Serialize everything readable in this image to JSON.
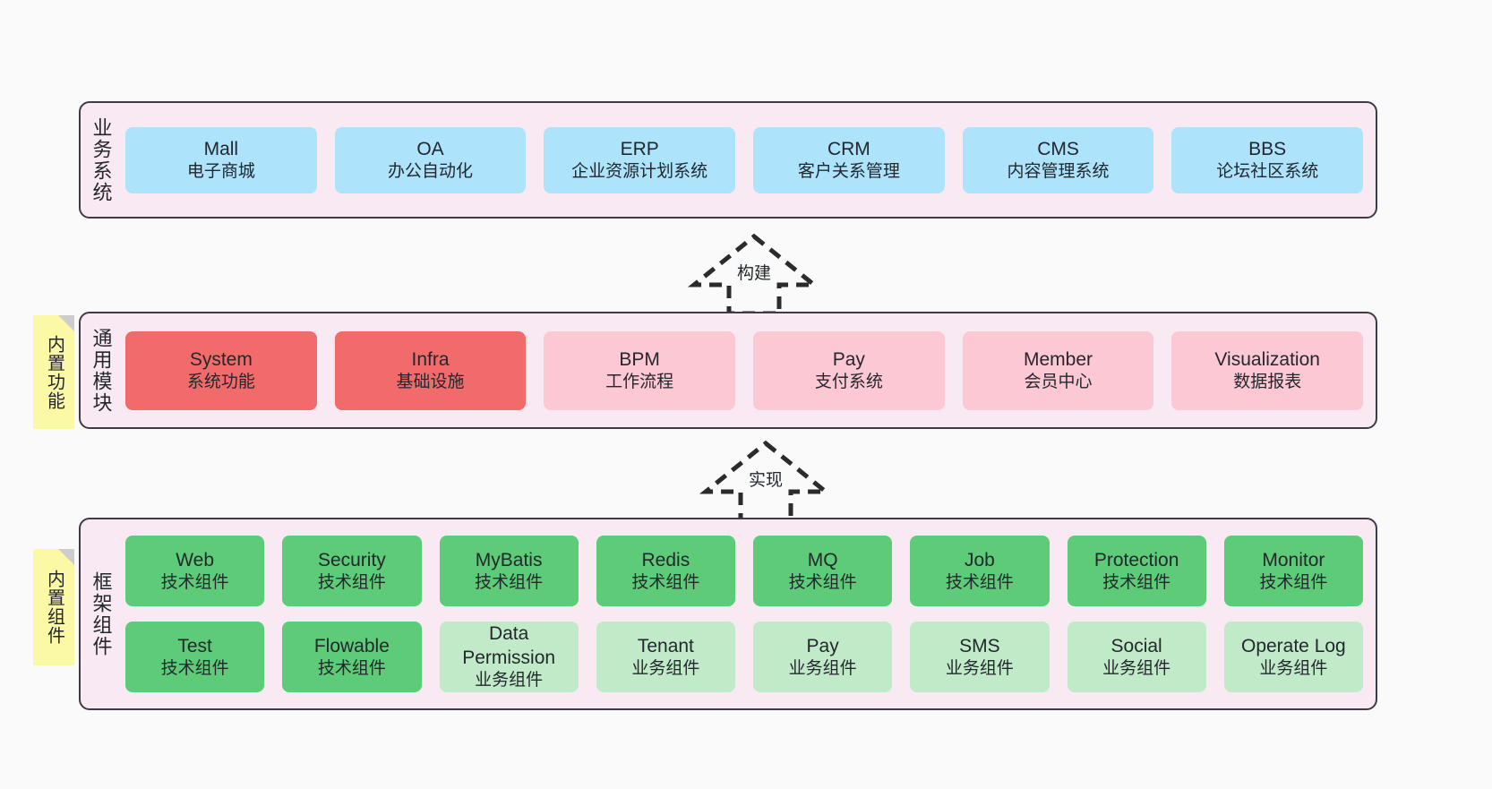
{
  "layers": [
    {
      "id": "business",
      "title": "业务系统",
      "rows": [
        {
          "cells": [
            {
              "en": "Mall",
              "cn": "电子商城",
              "color": "#ade3fb",
              "variant": "c-blue"
            },
            {
              "en": "OA",
              "cn": "办公自动化",
              "color": "#ade3fb",
              "variant": "c-blue"
            },
            {
              "en": "ERP",
              "cn": "企业资源计划系统",
              "color": "#ade3fb",
              "variant": "c-blue"
            },
            {
              "en": "CRM",
              "cn": "客户关系管理",
              "color": "#ade3fb",
              "variant": "c-blue"
            },
            {
              "en": "CMS",
              "cn": "内容管理系统",
              "color": "#ade3fb",
              "variant": "c-blue"
            },
            {
              "en": "BBS",
              "cn": "论坛社区系统",
              "color": "#ade3fb",
              "variant": "c-blue"
            }
          ]
        }
      ]
    },
    {
      "id": "modules",
      "title": "通用模块",
      "rows": [
        {
          "cells": [
            {
              "en": "System",
              "cn": "系统功能",
              "color": "#f26b6b",
              "variant": "c-red"
            },
            {
              "en": "Infra",
              "cn": "基础设施",
              "color": "#f26b6b",
              "variant": "c-red"
            },
            {
              "en": "BPM",
              "cn": "工作流程",
              "color": "#fcc8d3",
              "variant": "c-pink"
            },
            {
              "en": "Pay",
              "cn": "支付系统",
              "color": "#fcc8d3",
              "variant": "c-pink"
            },
            {
              "en": "Member",
              "cn": "会员中心",
              "color": "#fcc8d3",
              "variant": "c-pink"
            },
            {
              "en": "Visualization",
              "cn": "数据报表",
              "color": "#fcc8d3",
              "variant": "c-pink"
            }
          ]
        }
      ]
    },
    {
      "id": "framework",
      "title": "框架组件",
      "rows": [
        {
          "cells": [
            {
              "en": "Web",
              "cn": "技术组件",
              "color": "#5ecb79",
              "variant": "c-green"
            },
            {
              "en": "Security",
              "cn": "技术组件",
              "color": "#5ecb79",
              "variant": "c-green"
            },
            {
              "en": "MyBatis",
              "cn": "技术组件",
              "color": "#5ecb79",
              "variant": "c-green"
            },
            {
              "en": "Redis",
              "cn": "技术组件",
              "color": "#5ecb79",
              "variant": "c-green"
            },
            {
              "en": "MQ",
              "cn": "技术组件",
              "color": "#5ecb79",
              "variant": "c-green"
            },
            {
              "en": "Job",
              "cn": "技术组件",
              "color": "#5ecb79",
              "variant": "c-green"
            },
            {
              "en": "Protection",
              "cn": "技术组件",
              "color": "#5ecb79",
              "variant": "c-green"
            },
            {
              "en": "Monitor",
              "cn": "技术组件",
              "color": "#5ecb79",
              "variant": "c-green"
            }
          ]
        },
        {
          "cells": [
            {
              "en": "Test",
              "cn": "技术组件",
              "color": "#5ecb79",
              "variant": "c-green"
            },
            {
              "en": "Flowable",
              "cn": "技术组件",
              "color": "#5ecb79",
              "variant": "c-green"
            },
            {
              "en": "Data Permission",
              "cn": "业务组件",
              "color": "#c1ebc8",
              "variant": "c-greenlight"
            },
            {
              "en": "Tenant",
              "cn": "业务组件",
              "color": "#c1ebc8",
              "variant": "c-greenlight"
            },
            {
              "en": "Pay",
              "cn": "业务组件",
              "color": "#c1ebc8",
              "variant": "c-greenlight"
            },
            {
              "en": "SMS",
              "cn": "业务组件",
              "color": "#c1ebc8",
              "variant": "c-greenlight"
            },
            {
              "en": "Social",
              "cn": "业务组件",
              "color": "#c1ebc8",
              "variant": "c-greenlight"
            },
            {
              "en": "Operate Log",
              "cn": "业务组件",
              "color": "#c1ebc8",
              "variant": "c-greenlight"
            }
          ]
        }
      ]
    }
  ],
  "notes": [
    {
      "id": "builtin-features",
      "label": "内置功能",
      "color": "#fbf8a6"
    },
    {
      "id": "builtin-components",
      "label": "内置组件",
      "color": "#fbf8a6"
    }
  ],
  "arrows": [
    {
      "id": "build",
      "label": "构建",
      "style": "dashed-hollow-generalization",
      "direction": "up"
    },
    {
      "id": "realize",
      "label": "实现",
      "style": "dashed-hollow-generalization",
      "direction": "up"
    }
  ],
  "palette": {
    "background": "#fafafa",
    "band_fill": "#f9e9f3",
    "band_stroke": "#3f3b46",
    "note_fill": "#fbf8a6",
    "note_fold": "#cdcdcd",
    "text": "#23272e"
  }
}
